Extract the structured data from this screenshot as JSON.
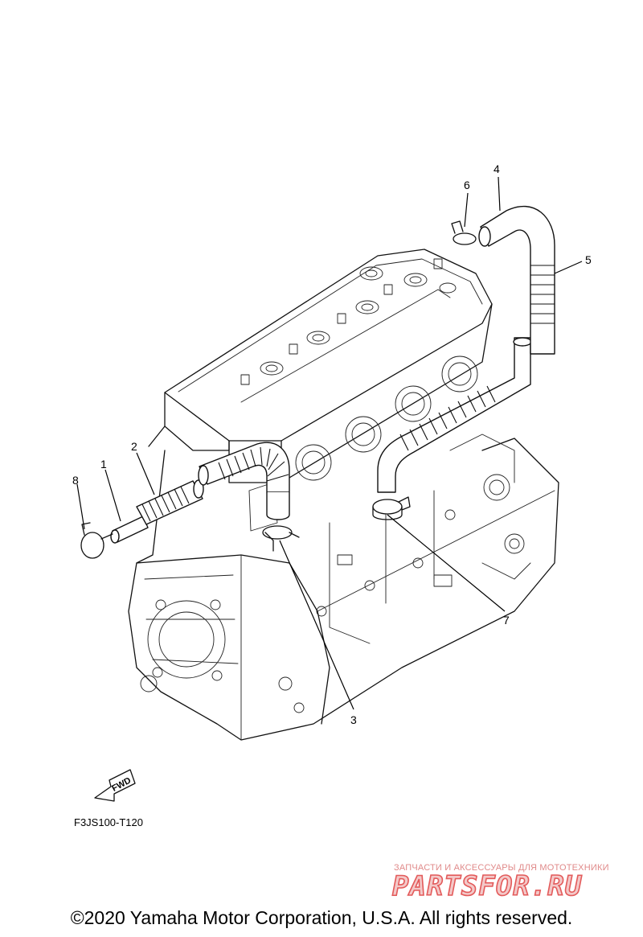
{
  "callouts": [
    "1",
    "2",
    "3",
    "4",
    "5",
    "6",
    "7",
    "8"
  ],
  "part_code": "F3JS100-T120",
  "fwd_label": "FWD",
  "watermark": {
    "tagline": "ЗАПЧАСТИ И АКСЕССУАРЫ ДЛЯ МОТОТЕХНИКИ",
    "brand": "PARTSFOR.RU",
    "colors": {
      "fill": "#f3c9c9",
      "stroke": "#e35a5a"
    }
  },
  "copyright": "©2020 Yamaha Motor Corporation, U.S.A. All rights reserved."
}
